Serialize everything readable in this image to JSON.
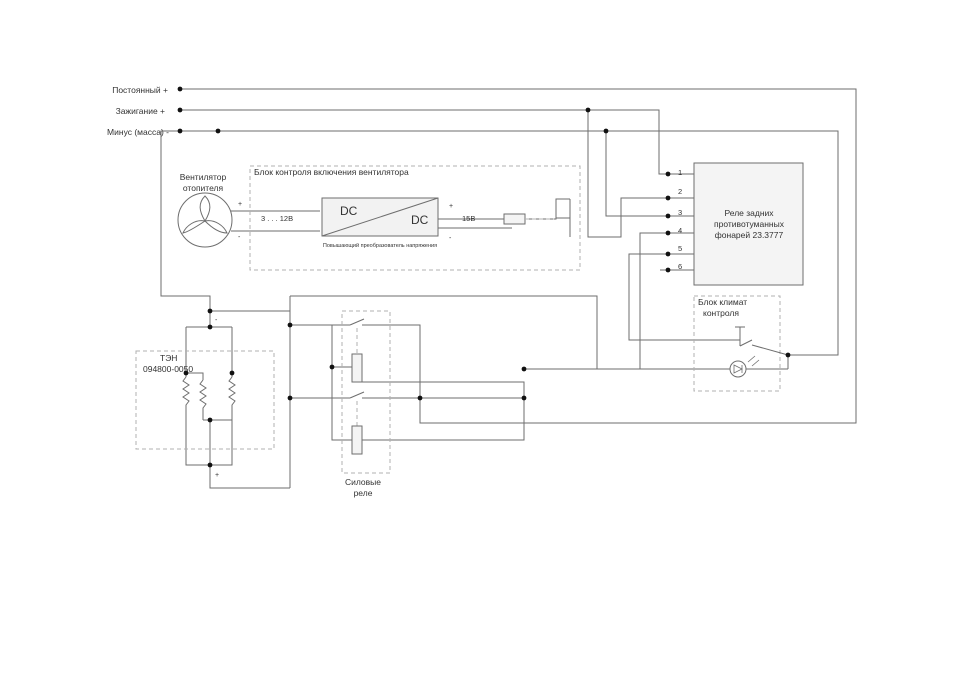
{
  "colors": {
    "wire": "#6e6e6e",
    "dashed_border": "#b0b0b0",
    "node": "#111111",
    "relay_fill": "#f4f4f4",
    "dc_fill": "#f2f2f2"
  },
  "inputs": {
    "constant": "Постоянный  +",
    "ignition": "Зажигание  +",
    "minus": "Минус (масса)  -"
  },
  "fan": {
    "label_line1": "Вентилятор",
    "label_line2": "отопителя",
    "plus": "+",
    "minus": "-",
    "icon": "fan-icon"
  },
  "control_block": {
    "title": "Блок контроля включения вентилятора",
    "input_voltage": "3 . . . 12В",
    "dc_in": "DC",
    "dc_out": "DC",
    "converter_caption": "Повышающий преобразователь напряжения",
    "out_plus": "+",
    "out_minus": "-",
    "output_voltage": "15В"
  },
  "relay": {
    "line1": "Реле задних",
    "line2": "противотуманных",
    "line3": "фонарей 23.3777",
    "pins": [
      "1",
      "2",
      "3",
      "4",
      "5",
      "6"
    ]
  },
  "climate": {
    "line1": "Блок климат",
    "line2": "контроля"
  },
  "heater": {
    "line1": "ТЭН",
    "line2": "094800-0050",
    "minus": "-",
    "plus": "+"
  },
  "power_relays": {
    "line1": "Силовые",
    "line2": "реле"
  }
}
